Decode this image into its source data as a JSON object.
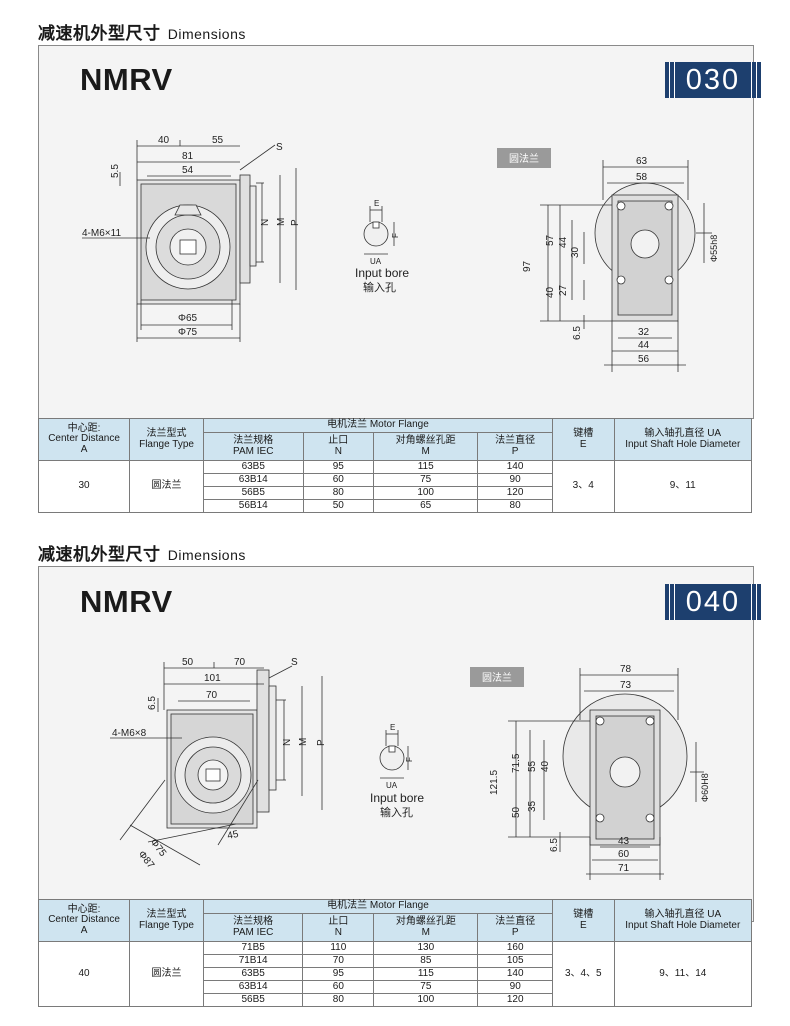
{
  "section_title_cn": "减速机外型尺寸",
  "section_title_en": "Dimensions",
  "flange_tag": "圆法兰",
  "input_bore": {
    "en": "Input bore",
    "cn": "输入孔",
    "labels": [
      "E",
      "F",
      "UA"
    ]
  },
  "table_headers": {
    "center_cn": "中心距:",
    "center_en": "Center Distance",
    "center_sym": "A",
    "flange_cn": "法兰型式",
    "flange_en": "Flange Type",
    "motor": "电机法兰 Motor Flange",
    "pam_cn": "法兰规格",
    "pam_en": "PAM IEC",
    "n_cn": "止口",
    "n_sym": "N",
    "m_cn": "对角螺丝孔距",
    "m_sym": "M",
    "p_cn": "法兰直径",
    "p_sym": "P",
    "e_cn": "键槽",
    "e_sym": "E",
    "ua_cn": "输入轴孔直径 UA",
    "ua_en": "Input Shaft Hole Diameter"
  },
  "units": [
    {
      "model": "NMRV",
      "size": "030",
      "side_dims": [
        "40",
        "55",
        "81",
        "54",
        "5.5",
        "S",
        "4-M6×11",
        "N",
        "M",
        "P",
        "Φ65",
        "Φ75"
      ],
      "flange_dims": [
        "63",
        "58",
        "97",
        "57",
        "44",
        "30",
        "40",
        "27",
        "6.5",
        "32",
        "44",
        "56",
        "Φ55h8"
      ],
      "table": {
        "center": "30",
        "flange_type": "圆法兰",
        "keyway": "3、4",
        "ua": "9、11",
        "rows": [
          {
            "pam": "63B5",
            "n": "95",
            "m": "115",
            "p": "140"
          },
          {
            "pam": "63B14",
            "n": "60",
            "m": "75",
            "p": "90"
          },
          {
            "pam": "56B5",
            "n": "80",
            "m": "100",
            "p": "120"
          },
          {
            "pam": "56B14",
            "n": "50",
            "m": "65",
            "p": "80"
          }
        ]
      }
    },
    {
      "model": "NMRV",
      "size": "040",
      "side_dims": [
        "50",
        "70",
        "101",
        "70",
        "6.5",
        "S",
        "4-M6×8",
        "N",
        "M",
        "P",
        "Φ75",
        "Φ87",
        "45"
      ],
      "flange_dims": [
        "78",
        "73",
        "121.5",
        "71.5",
        "55",
        "40",
        "50",
        "35",
        "6.5",
        "43",
        "60",
        "71",
        "Φ60H8"
      ],
      "table": {
        "center": "40",
        "flange_type": "圆法兰",
        "keyway": "3、4、5",
        "ua": "9、11、14",
        "rows": [
          {
            "pam": "71B5",
            "n": "110",
            "m": "130",
            "p": "160"
          },
          {
            "pam": "71B14",
            "n": "70",
            "m": "85",
            "p": "105"
          },
          {
            "pam": "63B5",
            "n": "95",
            "m": "115",
            "p": "140"
          },
          {
            "pam": "63B14",
            "n": "60",
            "m": "75",
            "p": "90"
          },
          {
            "pam": "56B5",
            "n": "80",
            "m": "100",
            "p": "120"
          }
        ]
      }
    }
  ]
}
